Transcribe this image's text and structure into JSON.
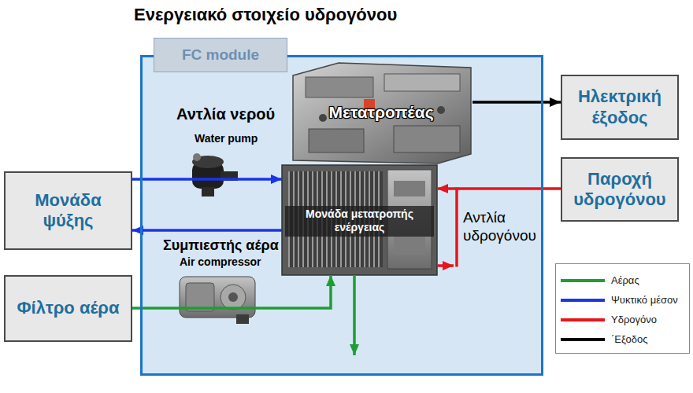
{
  "diagram": {
    "title": "Ενεργειακό στοιχείο υδρογόνου",
    "nodes": [
      {
        "text": [
          "FC module"
        ]
      },
      {
        "text": [
          "Μετατροπέας"
        ],
        "in": 0
      },
      {
        "text": [
          "Ηλεκτρική έξοδος"
        ]
      },
      {
        "text": [
          "Μονάδα ψύξης"
        ]
      },
      {
        "text": [
          "Μονάδα μετατροπής ενέργειας"
        ],
        "in": 0
      },
      {
        "text": [
          "Παροχή υδρογόνου"
        ]
      },
      {
        "text": [
          "Φίλτρο αέρα"
        ]
      }
    ],
    "edges": [
      {
        "from": 1,
        "to": 2,
        "arrow": "to"
      },
      {
        "from": 3,
        "to": 4,
        "arrow": "to"
      },
      {
        "from": 4,
        "to": 3,
        "arrow": "to"
      },
      {
        "from": 6,
        "to": 4,
        "arrow": "to"
      },
      {
        "from": 5,
        "to": 4,
        "arrow": "to"
      }
    ],
    "labels": [
      "Αντλία νερού",
      "Water pump",
      "Συμπιεστής αέρα",
      "Air compressor",
      "Αντλία υδρογόνου"
    ],
    "legend": [
      {
        "text": "Αέρας",
        "color": "#1e9e32"
      },
      {
        "text": "Ψυκτικό μέσον",
        "color": "#1a35e6"
      },
      {
        "text": "Υδρογόνο",
        "color": "#e8141c"
      },
      {
        "text": "΄Εξοδος",
        "color": "#000000"
      }
    ]
  }
}
